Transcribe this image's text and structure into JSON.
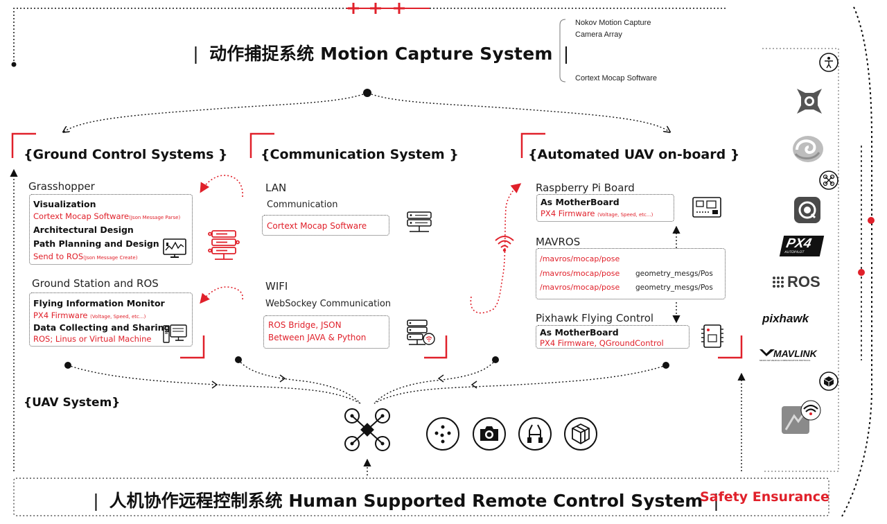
{
  "header": {
    "title": "动作捕捉系统 Motion Capture System",
    "side_top": "Nokov Motion Capture",
    "side_top2": "Camera Array",
    "side_bottom": "Cortext Mocap Software"
  },
  "ground": {
    "title": "Ground Control Systems",
    "grasshopper": "Grasshopper",
    "visualization": "Visualization",
    "cortext_main": "Cortext Mocap Software",
    "cortext_note": "(Json Message Parse)",
    "arch": "Architectural Design",
    "path": "Path Planning and Design",
    "send_main": "Send to ROS",
    "send_note": "(Json Message Create)",
    "station": "Ground Station and ROS",
    "flying_monitor": "Flying Information Monitor",
    "px4_main": "PX4 Firmware ",
    "px4_note": "(Voltage, Speed, etc...)",
    "data_collect": "Data Collecting and Sharing",
    "ros_linux": "ROS; Linus or Virtual Machine"
  },
  "comm": {
    "title": "Communication System",
    "lan": "LAN",
    "lan_comm": "Communication",
    "lan_box": "Cortext Mocap Software",
    "wifi": "WIFI",
    "websocket": "WebSockey Communication",
    "bridge1": "ROS Bridge, JSON",
    "bridge2": "Between JAVA & Python"
  },
  "uav": {
    "title": "Automated UAV on-board",
    "rpi": "Raspberry Pi Board",
    "mother1": "As MotherBoard",
    "px4_main": "PX4 Firmware ",
    "px4_note": "(Voltage, Speed, etc...)",
    "mavros": "MAVROS",
    "topic1": "/mavros/mocap/pose",
    "topic2": "/mavros/mocap/pose",
    "topic3": "/mavros/mocap/pose",
    "geo2": "geometry_mesgs/Pos",
    "geo3": "geometry_mesgs/Pos",
    "pixhawk": "Pixhawk Flying Control",
    "mother2": "As MotherBoard",
    "px4_qgc": "PX4 Firmware, QGroundControl"
  },
  "uav_system": {
    "title": "UAV System"
  },
  "bottom": {
    "title": "人机协作远程控制系统 Human Supported Remote Control System",
    "safety": "Safety Ensurance"
  },
  "logos": {
    "px4": "PX4",
    "px4_sub": "AUTOPILOT",
    "ros": "ROS",
    "pixhawk": "pixhawk",
    "mavlink": "MAVLINK",
    "mavlink_sub": "MICRO AIR VEHICLE COMMUNICATION PROTOCOL"
  },
  "colors": {
    "accent": "#e0202a",
    "text": "#111111"
  },
  "icons": [
    "server-icon",
    "monitor-chart-icon",
    "computer-icon",
    "wifi-icon",
    "raspberry-board-icon",
    "pixhawk-board-icon",
    "drone-icon",
    "dots-icon",
    "camera-icon",
    "gripper-icon",
    "cube-icon"
  ]
}
